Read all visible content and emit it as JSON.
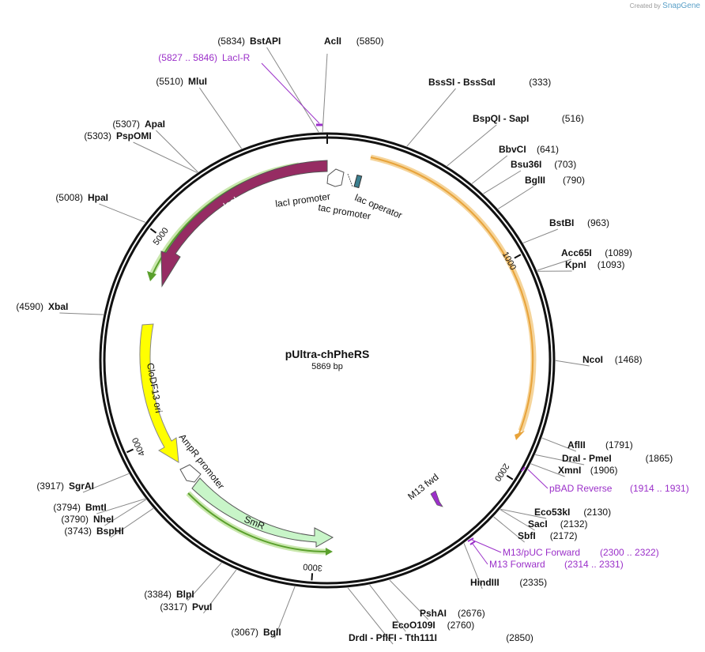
{
  "watermark": {
    "prefix": "Created by",
    "brand": "SnapGene"
  },
  "plasmid": {
    "name": "pUltra-chPheRS",
    "size_label": "5869 bp",
    "length": 5869
  },
  "ticks": [
    {
      "pos": 1000,
      "label": "1000"
    },
    {
      "pos": 2000,
      "label": "2000"
    },
    {
      "pos": 3000,
      "label": "3000"
    },
    {
      "pos": 4000,
      "label": "4000"
    },
    {
      "pos": 5000,
      "label": "5000"
    }
  ],
  "sites": [
    {
      "name": "AclI",
      "pos_label": "(5850)",
      "pos": 5850,
      "side": "right"
    },
    {
      "name": "BstAPI",
      "pos_label": "(5834)",
      "pos": 5834,
      "side": "left"
    },
    {
      "name": "MluI",
      "pos_label": "(5510)",
      "pos": 5510,
      "side": "left"
    },
    {
      "name": "ApaI",
      "pos_label": "(5307)",
      "pos": 5307,
      "side": "left"
    },
    {
      "name": "PspOMI",
      "pos_label": "(5303)",
      "pos": 5303,
      "side": "left"
    },
    {
      "name": "HpaI",
      "pos_label": "(5008)",
      "pos": 5008,
      "side": "left"
    },
    {
      "name": "XbaI",
      "pos_label": "(4590)",
      "pos": 4590,
      "side": "left"
    },
    {
      "name": "SgrAI",
      "pos_label": "(3917)",
      "pos": 3917,
      "side": "left"
    },
    {
      "name": "BmtI",
      "pos_label": "(3794)",
      "pos": 3794,
      "side": "left"
    },
    {
      "name": "NheI",
      "pos_label": "(3790)",
      "pos": 3790,
      "side": "left"
    },
    {
      "name": "BspHI",
      "pos_label": "(3743)",
      "pos": 3743,
      "side": "left"
    },
    {
      "name": "BlpI",
      "pos_label": "(3384)",
      "pos": 3384,
      "side": "left"
    },
    {
      "name": "PvuI",
      "pos_label": "(3317)",
      "pos": 3317,
      "side": "left"
    },
    {
      "name": "BglI",
      "pos_label": "(3067)",
      "pos": 3067,
      "side": "left"
    },
    {
      "name": "BssSI  -  BssSαI",
      "pos_label": "(333)",
      "pos": 333,
      "side": "right"
    },
    {
      "name": "BspQI  -  SapI",
      "pos_label": "(516)",
      "pos": 516,
      "side": "right"
    },
    {
      "name": "BbvCI",
      "pos_label": "(641)",
      "pos": 641,
      "side": "right"
    },
    {
      "name": "Bsu36I",
      "pos_label": "(703)",
      "pos": 703,
      "side": "right"
    },
    {
      "name": "BglII",
      "pos_label": "(790)",
      "pos": 790,
      "side": "right"
    },
    {
      "name": "BstBI",
      "pos_label": "(963)",
      "pos": 963,
      "side": "right"
    },
    {
      "name": "Acc65I",
      "pos_label": "(1089)",
      "pos": 1089,
      "side": "right"
    },
    {
      "name": "KpnI",
      "pos_label": "(1093)",
      "pos": 1093,
      "side": "right"
    },
    {
      "name": "NcoI",
      "pos_label": "(1468)",
      "pos": 1468,
      "side": "right"
    },
    {
      "name": "AflII",
      "pos_label": "(1791)",
      "pos": 1791,
      "side": "right"
    },
    {
      "name": "DraI  -  PmeI",
      "pos_label": "(1865)",
      "pos": 1865,
      "side": "right"
    },
    {
      "name": "XmnI",
      "pos_label": "(1906)",
      "pos": 1906,
      "side": "right"
    },
    {
      "name": "Eco53kI",
      "pos_label": "(2130)",
      "pos": 2130,
      "side": "right"
    },
    {
      "name": "SacI",
      "pos_label": "(2132)",
      "pos": 2132,
      "side": "right"
    },
    {
      "name": "SbfI",
      "pos_label": "(2172)",
      "pos": 2172,
      "side": "right"
    },
    {
      "name": "HindIII",
      "pos_label": "(2335)",
      "pos": 2335,
      "side": "right"
    },
    {
      "name": "PshAI",
      "pos_label": "(2676)",
      "pos": 2676,
      "side": "right"
    },
    {
      "name": "EcoO109I",
      "pos_label": "(2760)",
      "pos": 2760,
      "side": "right"
    },
    {
      "name": "DrdI  -  PflFI  -  Tth111I",
      "pos_label": "(2850)",
      "pos": 2850,
      "side": "right"
    }
  ],
  "primers": [
    {
      "name": "LacI-R",
      "range_label": "(5827 .. 5846)",
      "start": 5827,
      "end": 5846,
      "direction": "reverse"
    },
    {
      "name": "pBAD Reverse",
      "range_label": "(1914 .. 1931)",
      "start": 1914,
      "end": 1931,
      "direction": "reverse"
    },
    {
      "name": "M13/pUC Forward",
      "range_label": "(2300 .. 2322)",
      "start": 2300,
      "end": 2322,
      "direction": "forward"
    },
    {
      "name": "M13 Forward",
      "range_label": "(2314 .. 2331)",
      "start": 2314,
      "end": 2331,
      "direction": "forward"
    }
  ],
  "features": [
    {
      "name": "lacI",
      "color": "#962c63",
      "kind": "gene"
    },
    {
      "name": "lacI promoter",
      "color": "#ffffff",
      "kind": "promoter"
    },
    {
      "name": "lac operator",
      "color": "#3b7f8f",
      "kind": "operator"
    },
    {
      "name": "tac promoter",
      "color": "#ffffff",
      "kind": "promoter"
    },
    {
      "name": "CloDF13 ori",
      "color": "#ffff00",
      "kind": "origin"
    },
    {
      "name": "AmpR promoter",
      "color": "#ffffff",
      "kind": "promoter"
    },
    {
      "name": "SmR",
      "color": "#c8f5c8",
      "kind": "gene"
    },
    {
      "name": "M13 fwd",
      "color": "#9b30c9",
      "kind": "primer_bind"
    }
  ],
  "colors": {
    "backbone": "#111111",
    "orange_arc": "#e8a33a",
    "green_arc": "#5aa02c",
    "purple": "#9b30c9"
  }
}
